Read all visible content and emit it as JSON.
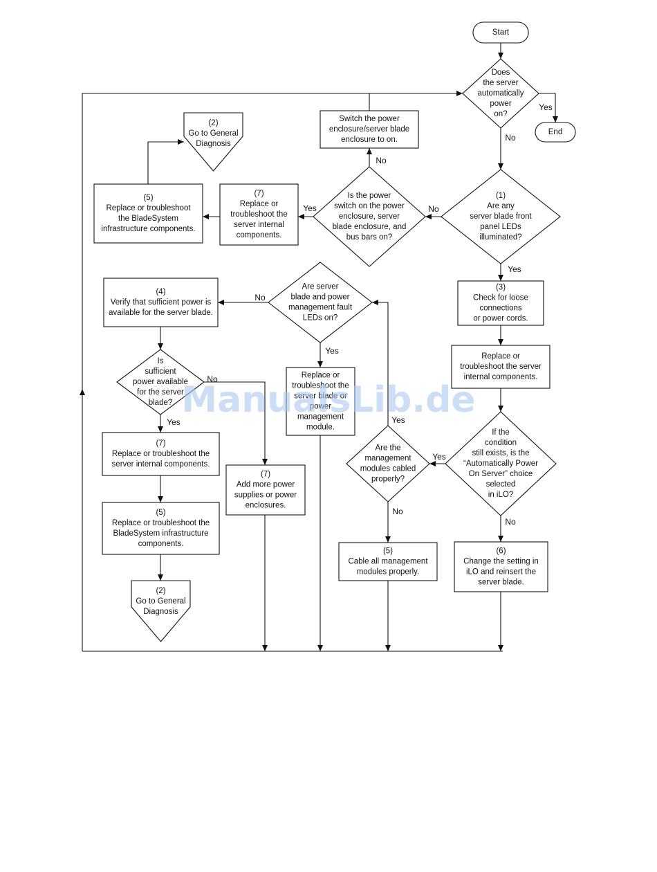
{
  "nodes": {
    "start": [
      "Start"
    ],
    "end": [
      "End"
    ],
    "autopower": [
      "Does",
      "the server",
      "automatically",
      "power",
      "on?"
    ],
    "leds": [
      "(1)",
      "Are any",
      "server blade front",
      "panel LEDs",
      "illuminated?"
    ],
    "switch_on": [
      "Switch the power",
      "enclosure/server blade",
      "enclosure to on."
    ],
    "power_switch": [
      "Is the power",
      "switch on the power",
      "enclosure, server",
      "blade enclosure, and",
      "bus bars on?"
    ],
    "replace_internal_top": [
      "(7)",
      "Replace or",
      "troubleshoot the",
      "server internal",
      "components."
    ],
    "replace_infra_top": [
      "(5)",
      "Replace or troubleshoot",
      "the BladeSystem",
      "infrastructure components."
    ],
    "goto_diag_top": [
      "(2)",
      "Go to General",
      "Diagnosis"
    ],
    "loose": [
      "(3)",
      "Check for loose",
      "connections",
      "or power cords."
    ],
    "fault_leds": [
      "Are server",
      "blade and power",
      "management fault",
      "LEDs on?"
    ],
    "verify_power": [
      "(4)",
      "Verify that sufficient power is",
      "available for the server blade."
    ],
    "replace_internal_right": [
      "Replace or",
      "troubleshoot the server",
      "internal components."
    ],
    "sufficient": [
      "Is",
      "sufficient",
      "power available",
      "for the server",
      "blade?"
    ],
    "replace_blade": [
      "Replace or",
      "troubleshoot the",
      "server blade or",
      "power",
      "management",
      "module."
    ],
    "condition": [
      "If the",
      "condition",
      "still exists, is the",
      "“Automatically Power",
      "On Server” choice",
      "selected",
      "in iLO?"
    ],
    "mgmt_cabled": [
      "Are the",
      "management",
      "modules cabled",
      "properly?"
    ],
    "replace_internal_left": [
      "(7)",
      "Replace or troubleshoot the",
      "server internal components."
    ],
    "add_power": [
      "(7)",
      "Add more power",
      "supplies or power",
      "enclosures."
    ],
    "replace_infra_left": [
      "(5)",
      "Replace or troubleshoot the",
      "BladeSystem infrastructure",
      "components."
    ],
    "goto_diag_bottom": [
      "(2)",
      "Go to General",
      "Diagnosis"
    ],
    "cable_all": [
      "(5)",
      "Cable all management",
      "modules properly."
    ],
    "change_setting": [
      "(6)",
      "Change the setting in",
      "iLO and reinsert the",
      "server blade."
    ]
  },
  "labels": {
    "yes": "Yes",
    "no": "No"
  },
  "watermark": "ManualsLib.de"
}
